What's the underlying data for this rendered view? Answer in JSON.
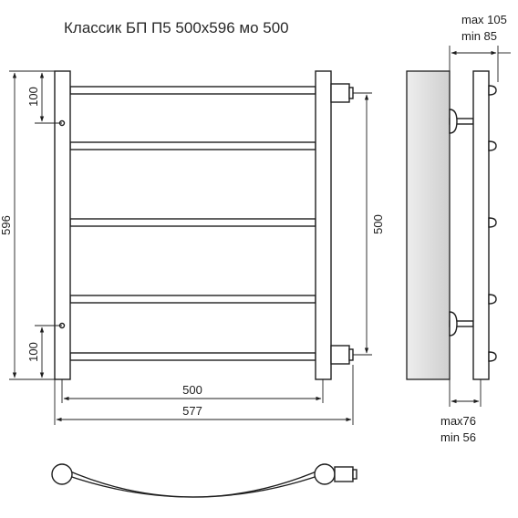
{
  "title": "Классик БП П5 500x596 мо 500",
  "front_view": {
    "rung_count": 5,
    "dims": {
      "height": "596",
      "top_offset": "100",
      "bottom_offset": "100",
      "center_distance_vertical": "500",
      "center_distance_horizontal": "500",
      "overall_width": "577"
    }
  },
  "side_view": {
    "wall_offset_max": "max 105",
    "wall_offset_min": "min 85",
    "mount_offset_max": "max76",
    "mount_offset_min": "min 56"
  },
  "colors": {
    "wall_fill": "#d9d9d9",
    "line": "#1e1e1e"
  }
}
